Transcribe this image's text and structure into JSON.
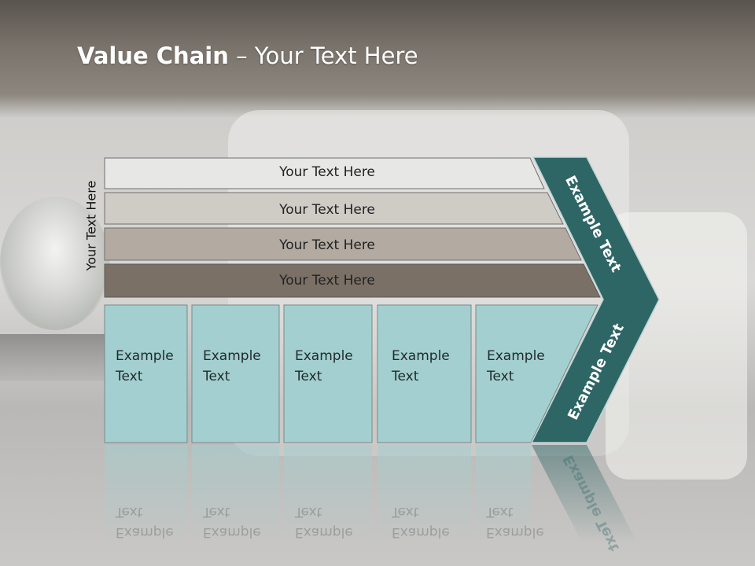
{
  "title": {
    "bold": "Value Chain",
    "rest": " – Your Text Here"
  },
  "side_label": "Your Text Here",
  "rows": [
    {
      "label": "Your Text Here"
    },
    {
      "label": "Your Text Here"
    },
    {
      "label": "Your Text Here"
    },
    {
      "label": "Your Text Here"
    }
  ],
  "columns": [
    {
      "line1": "Example",
      "line2": "Text"
    },
    {
      "line1": "Example",
      "line2": "Text"
    },
    {
      "line1": "Example",
      "line2": "Text"
    },
    {
      "line1": "Example",
      "line2": "Text"
    },
    {
      "line1": "Example",
      "line2": "Text"
    }
  ],
  "chevron_upper_label": "Example Text",
  "chevron_lower_label": "Example Text",
  "colors": {
    "row1": "#e7e7e5",
    "row2": "#cfccc6",
    "row3": "#b3aba2",
    "row4": "#7a7066",
    "box": "#a3cfd0",
    "chevron": "#2e6565"
  }
}
